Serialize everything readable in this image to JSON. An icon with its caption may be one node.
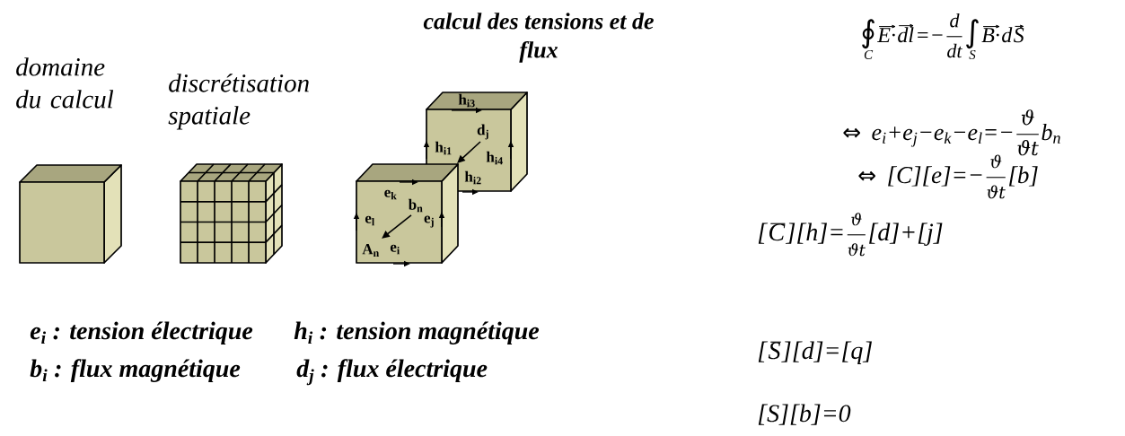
{
  "diagram": {
    "nodes": [
      {
        "text": [
          "domaine du calcul"
        ]
      },
      {
        "text": [
          "discrétisation spatiale"
        ]
      },
      {
        "text": [
          "calcul des tensions et de flux"
        ]
      }
    ],
    "labels": [
      "h$_{i3}$",
      "d$_{j}$",
      "h$_{i1}$",
      "h$_{i4}$",
      "h$_{i2}$",
      "e$_{k}$",
      "b$_{n}$",
      "e$_{l}$",
      "e$_{j}$",
      "A$_{n}$",
      "e$_{i}$",
      "e$_{i}$ : tension électrique",
      "h$_{i}$ : tension magnétique",
      "b$_{i}$ : flux magnétique",
      "d$_{j}$ : flux électrique",
      "∮",
      "C",
      "E·",
      "dl",
      "=−",
      "d",
      "dt",
      "∫",
      "S",
      "B·",
      "d",
      "S",
      "⇔",
      "e$_{i}$+e$_{j}$−e$_{k}$−e$_{l}$=−",
      "ϑ",
      "ϑt",
      "b$_{n}$",
      "⇔",
      "[C][e]=−",
      "ϑ",
      "ϑt",
      "[b]",
      "[",
      "C",
      "][h]=",
      "ϑ",
      "ϑt",
      "[d]+[j]",
      "[",
      "S",
      "][d]=[q]",
      "[S][b]=0"
    ]
  }
}
